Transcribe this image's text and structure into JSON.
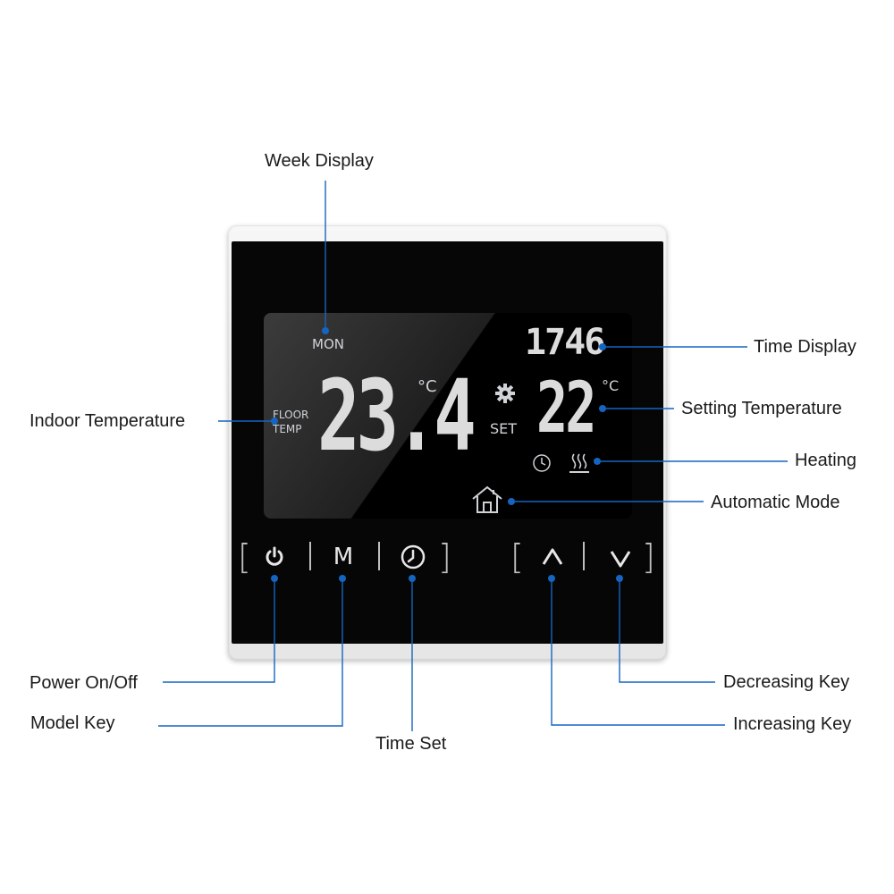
{
  "device": {
    "lcd": {
      "week": "MON",
      "time": "1746",
      "indoor_temp": "23.4",
      "indoor_unit": "°C",
      "sensor_label_top": "FLOOR",
      "sensor_label_bottom": "TEMP",
      "set_temp": "22",
      "set_unit": "°C",
      "set_label": "SET"
    },
    "keys": {
      "power": "power-icon",
      "mode_label": "M",
      "time": "clock-icon",
      "up": "chevron-up-icon",
      "down": "chevron-down-icon"
    }
  },
  "callouts": {
    "week_display": "Week Display",
    "time_display": "Time Display",
    "indoor_temperature": "Indoor Temperature",
    "setting_temperature": "Setting Temperature",
    "heating": "Heating",
    "automatic_mode": "Automatic Mode",
    "power": "Power On/Off",
    "model_key": "Model Key",
    "time_set": "Time Set",
    "decreasing_key": "Decreasing Key",
    "increasing_key": "Increasing Key"
  },
  "colors": {
    "leader_line": "#1565c0",
    "lcd_segment": "#dcdcdc",
    "panel": "#060606"
  }
}
